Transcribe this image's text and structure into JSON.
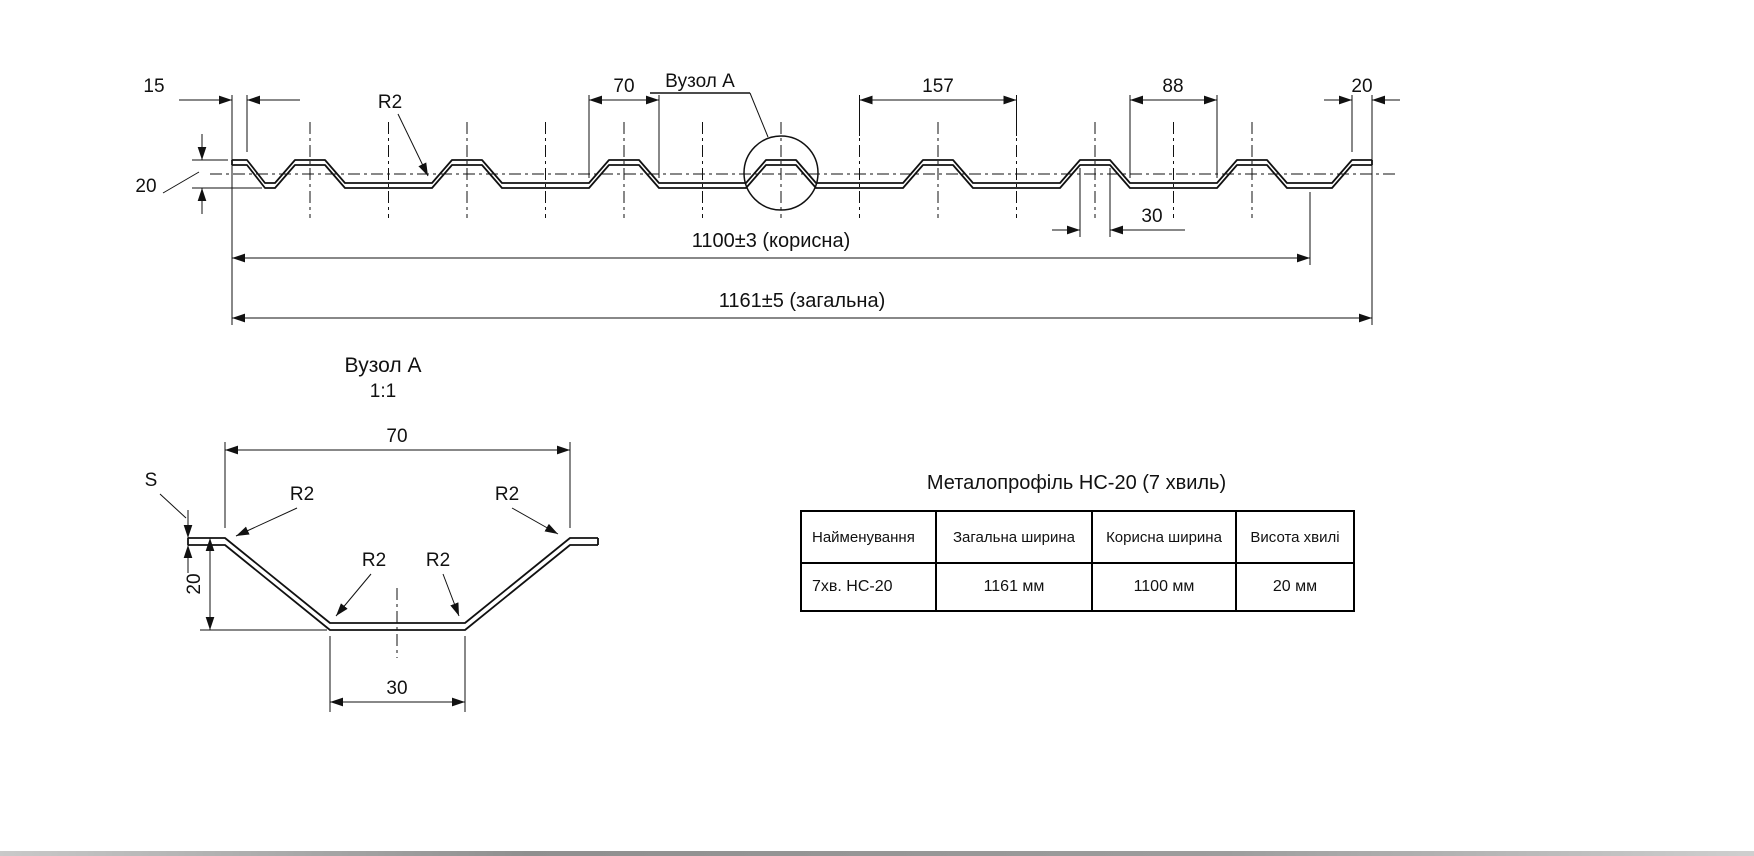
{
  "main_view": {
    "node_label": "Вузол А",
    "r2": "R2",
    "dim_15": "15",
    "dim_70": "70",
    "dim_157": "157",
    "dim_88": "88",
    "dim_20_right": "20",
    "dim_20_height": "20",
    "dim_30": "30",
    "dim_useful": "1100±3 (корисна)",
    "dim_total": "1161±5 (загальна)"
  },
  "detail_view": {
    "title": "Вузол А",
    "scale": "1:1",
    "dim_70": "70",
    "dim_20": "20",
    "dim_30": "30",
    "thickness": "S",
    "r2": "R2"
  },
  "spec_table": {
    "title": "Металопрофіль НС-20 (7 хвиль)",
    "headers": [
      "Найменування",
      "Загальна ширина",
      "Корисна ширина",
      "Висота хвилі"
    ],
    "row": [
      "7хв. НС-20",
      "1161 мм",
      "1100 мм",
      "20 мм"
    ]
  }
}
